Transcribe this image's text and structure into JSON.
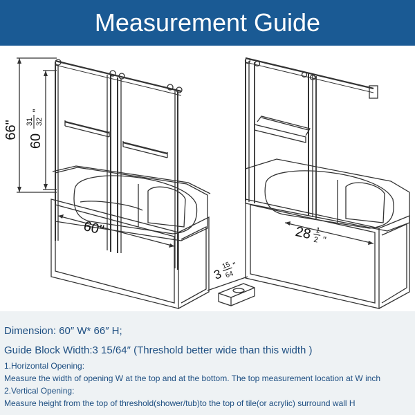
{
  "header": {
    "title": "Measurement Guide"
  },
  "diagram_left": {
    "height_label": "66\"",
    "inner_height_label": "60",
    "inner_height_num": "31",
    "inner_height_den": "32",
    "inner_height_quote": "\"",
    "width_label": "60\""
  },
  "diagram_right": {
    "width_whole": "28",
    "width_num": "1",
    "width_den": "2",
    "width_quote": "\""
  },
  "guide_block": {
    "whole": "3",
    "num": "15",
    "den": "64",
    "quote": "\""
  },
  "info": {
    "dimension": "Dimension: 60″ W* 66″ H;",
    "guide_block_width": "Guide Block Width:3 15/64″  (Threshold better wide than this width  )",
    "horizontal_heading": "1.Horizontal Opening:",
    "horizontal_text": "Measure the width of opening W at the top and at the bottom. The top measurement location at W inch",
    "vertical_heading": "2.Vertical Opening:",
    "vertical_text": "Measure height from the top of threshold(shower/tub)to the top of tile(or acrylic) surround wall H"
  },
  "colors": {
    "banner": "#1a5a94",
    "info_text": "#1e4f82",
    "info_bg": "#eef2f4"
  }
}
